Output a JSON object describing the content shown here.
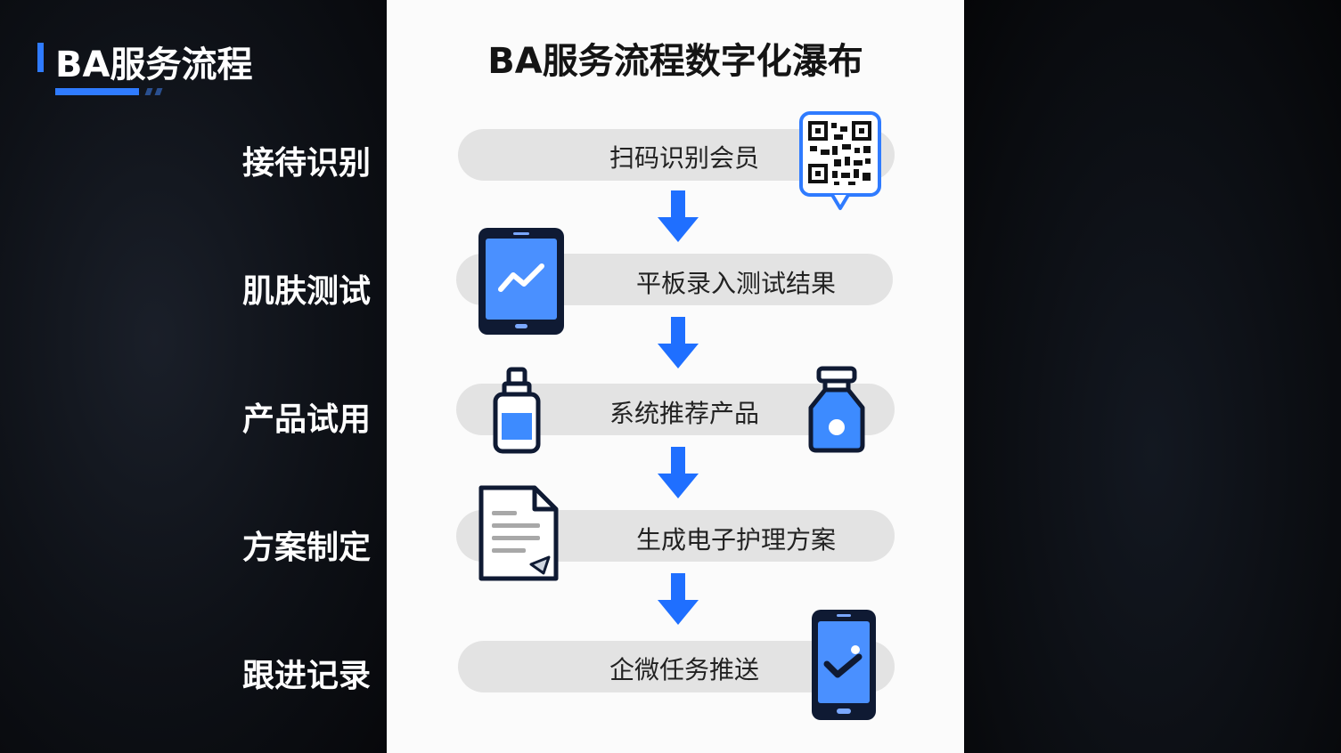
{
  "section": {
    "title": "BA服务流程",
    "steps": [
      "接待识别",
      "肌肤测试",
      "产品试用",
      "方案制定",
      "跟进记录"
    ]
  },
  "panel": {
    "title": "BA服务流程数字化瀑布",
    "actions": [
      "扫码识别会员",
      "平板录入测试结果",
      "系统推荐产品",
      "生成电子护理方案",
      "企微任务推送"
    ]
  },
  "colors": {
    "accent": "#2f7bff",
    "arrow": "#1f6fff",
    "icon_stroke": "#0f1a33",
    "icon_fill": "#3d8bff",
    "pill": "#e3e3e3"
  },
  "icons": [
    "qr-code-icon",
    "tablet-chart-icon",
    "dropper-bottle-icon",
    "cream-jar-icon",
    "document-icon",
    "phone-check-icon"
  ]
}
